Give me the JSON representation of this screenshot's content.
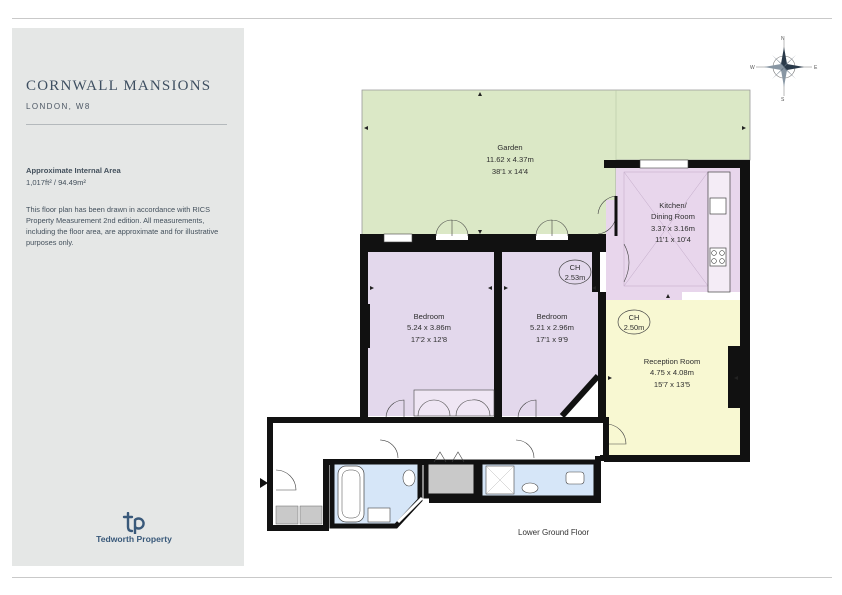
{
  "header": {
    "title": "CORNWALL MANSIONS",
    "location": "LONDON, W8"
  },
  "info": {
    "area_label": "Approximate Internal Area",
    "area_value": "1,017ft² / 94.49m²",
    "disclaimer": "This floor plan has been drawn in accordance with RICS Property Measurement 2nd edition. All measurements, including the floor area, are approximate and for illustrative purposes only."
  },
  "brand": {
    "name": "Tedworth Property",
    "color": "#39597a"
  },
  "compass": {
    "n": "N",
    "s": "S",
    "e": "E",
    "w": "W"
  },
  "plan": {
    "floor_label": "Lower Ground Floor",
    "colors": {
      "garden": "#dbe8c6",
      "kitchen": "#e8d6ec",
      "bedroom": "#e3d8ec",
      "reception": "#f8f8d2",
      "bathroom": "#d6e6f8",
      "store": "#c9c9c9",
      "wall": "#111111"
    },
    "rooms": {
      "garden": {
        "name": "Garden",
        "metric": "11.62 x 4.37m",
        "imperial": "38'1 x 14'4"
      },
      "kitchen": {
        "name_line1": "Kitchen/",
        "name_line2": "Dining Room",
        "metric": "3.37 x 3.16m",
        "imperial": "11'1 x 10'4"
      },
      "bedroom1": {
        "name": "Bedroom",
        "metric": "5.24 x 3.86m",
        "imperial": "17'2 x 12'8"
      },
      "bedroom2": {
        "name": "Bedroom",
        "metric": "5.21 x 2.96m",
        "imperial": "17'1 x 9'9"
      },
      "reception": {
        "name": "Reception Room",
        "metric": "4.75 x 4.08m",
        "imperial": "15'7 x 13'5"
      }
    },
    "ceiling_heights": [
      {
        "label": "CH",
        "value": "2.53m"
      },
      {
        "label": "CH",
        "value": "2.50m"
      }
    ]
  }
}
